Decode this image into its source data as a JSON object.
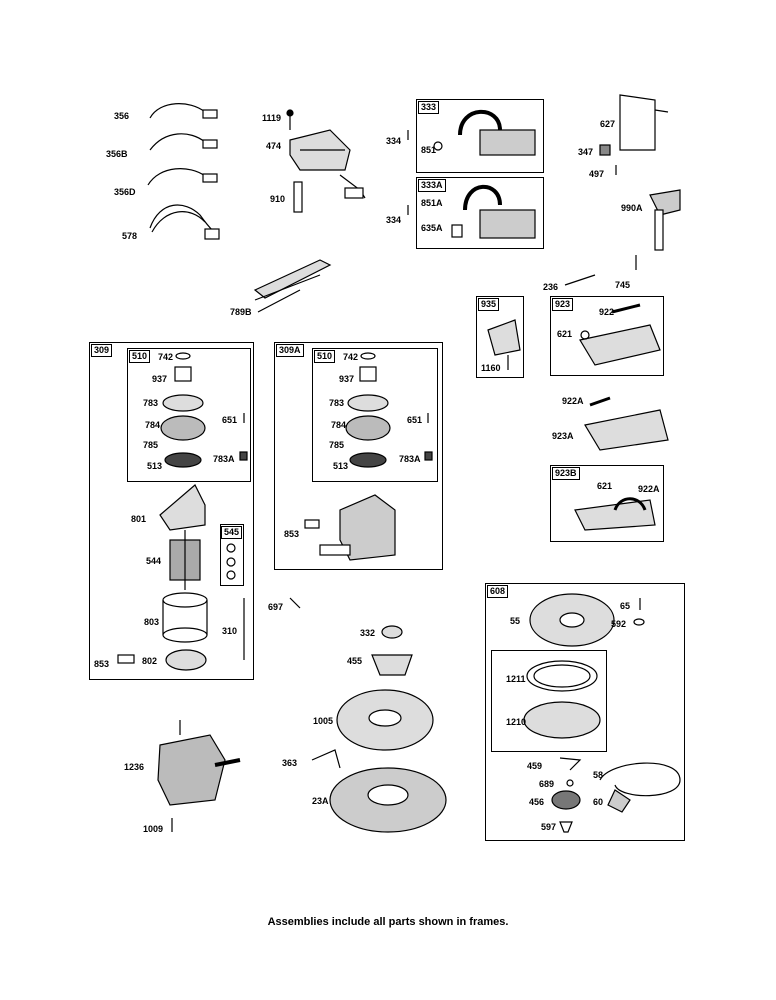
{
  "caption": "Assemblies include all parts shown in frames.",
  "frames": {
    "f333": "333",
    "f333A": "333A",
    "f935": "935",
    "f923": "923",
    "f923B": "923B",
    "f309": "309",
    "f510a": "510",
    "f545": "545",
    "f309A": "309A",
    "f510b": "510",
    "f608": "608"
  },
  "labels": {
    "l356": "356",
    "l356B": "356B",
    "l356D": "356D",
    "l578": "578",
    "l1119": "1119",
    "l474": "474",
    "l910": "910",
    "l334a": "334",
    "l851": "851",
    "l334b": "334",
    "l851A": "851A",
    "l635A": "635A",
    "l627": "627",
    "l347": "347",
    "l497": "497",
    "l990A": "990A",
    "l789B": "789B",
    "l236": "236",
    "l745": "745",
    "l1160": "1160",
    "l922": "922",
    "l621a": "621",
    "l922A": "922A",
    "l923A": "923A",
    "l621b": "621",
    "l922Ab": "922A",
    "l742a": "742",
    "l937a": "937",
    "l783a": "783",
    "l784a": "784",
    "l651a": "651",
    "l785a": "785",
    "l513a": "513",
    "l783Aa": "783A",
    "l801": "801",
    "l544": "544",
    "l803": "803",
    "l310": "310",
    "l853a": "853",
    "l802": "802",
    "l742b": "742",
    "l937b": "937",
    "l783b": "783",
    "l784b": "784",
    "l651b": "651",
    "l785b": "785",
    "l513b": "513",
    "l783Ab": "783A",
    "l853b": "853",
    "l697": "697",
    "l332": "332",
    "l455": "455",
    "l1005": "1005",
    "l363": "363",
    "l23A": "23A",
    "l1236": "1236",
    "l1009": "1009",
    "l55": "55",
    "l65": "65",
    "l592": "592",
    "l1211": "1211",
    "l1210": "1210",
    "l459": "459",
    "l689": "689",
    "l58": "58",
    "l456": "456",
    "l60": "60",
    "l597": "597"
  }
}
